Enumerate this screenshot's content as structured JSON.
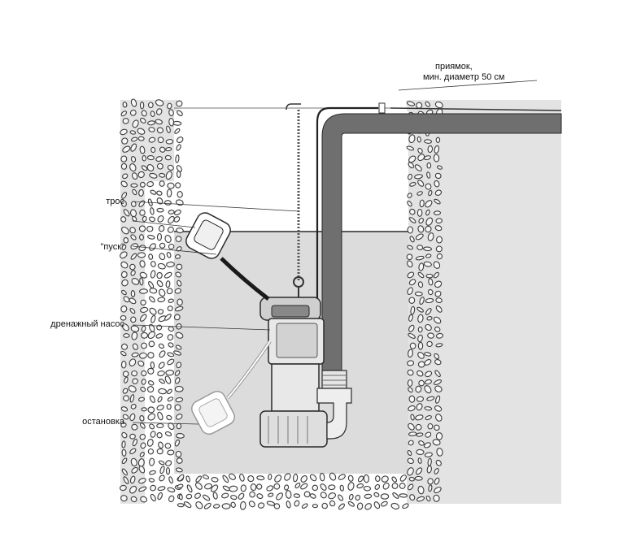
{
  "labels": {
    "pit": "приямок,",
    "pit_min": "мин. диаметр 50 см",
    "rope": "трос",
    "start": "\"пуск\"",
    "pump": "дренажный насос",
    "stop": "остановка"
  },
  "colors": {
    "soil": "#e3e3e3",
    "water": "#dcdcdc",
    "air": "#ffffff",
    "pipe": "#6f6f6f",
    "outline": "#2a2a2a",
    "stone_fill": "#f7f7f7"
  }
}
